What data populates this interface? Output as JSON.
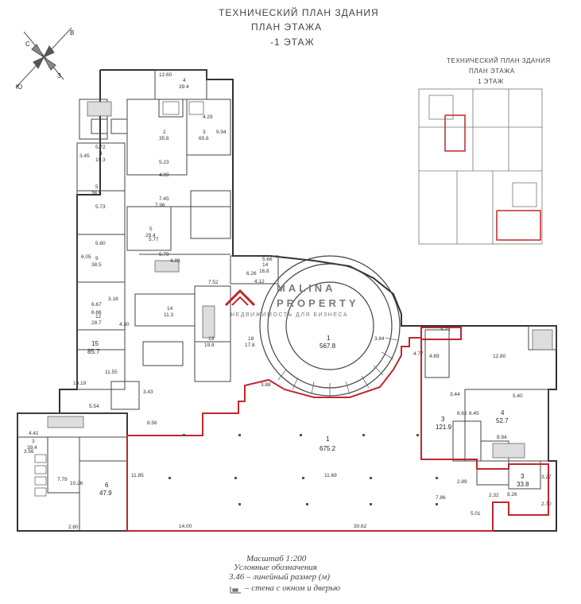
{
  "title": {
    "line1": "ТЕХНИЧЕСКИЙ ПЛАН ЗДАНИЯ",
    "line2": "ПЛАН ЭТАЖА",
    "line3": "-1 ЭТАЖ"
  },
  "inset": {
    "line1": "ТЕХНИЧЕСКИЙ ПЛАН ЗДАНИЯ",
    "line2": "ПЛАН ЭТАЖА",
    "line3": "1 ЭТАЖ"
  },
  "compass": {
    "n": "С",
    "s": "Ю",
    "e": "В",
    "w": "З"
  },
  "watermark": {
    "brand1": "MALINA",
    "brand2": "PROPERTY",
    "tagline": "НЕДВИЖИМОСТЬ ДЛЯ БИЗНЕСА"
  },
  "legend": {
    "scale": "Масштаб 1:200",
    "heading": "Условные обозначения",
    "dimension": "3.46 – линейный размер (м)",
    "wall": "– стена с окном и дверью"
  },
  "rooms": [
    {
      "num": "1",
      "area": "567.8"
    },
    {
      "num": "1",
      "area": "675.2"
    },
    {
      "num": "4",
      "area": "52.7"
    },
    {
      "num": "3",
      "area": "121.9"
    },
    {
      "num": "3",
      "area": "33.8"
    },
    {
      "num": "15",
      "area": "85.7"
    },
    {
      "num": "6",
      "area": "47.9"
    },
    {
      "num": "3",
      "area": "39.4"
    },
    {
      "num": "9",
      "area": "38.5"
    },
    {
      "num": "5",
      "area": "36.5"
    },
    {
      "num": "2",
      "area": "35.6"
    },
    {
      "num": "3",
      "area": "65.6"
    },
    {
      "num": "4",
      "area": "39.4"
    },
    {
      "num": "4",
      "area": "19.3"
    },
    {
      "num": "12",
      "area": "28.7"
    },
    {
      "num": "14",
      "area": "16.8"
    },
    {
      "num": "5",
      "area": "29.4"
    },
    {
      "num": "14",
      "area": "11.3"
    },
    {
      "num": "13",
      "area": "19.8"
    },
    {
      "num": "18",
      "area": "17.8"
    }
  ],
  "dimensions": [
    "12.80",
    "5.40",
    "8.94",
    "6.62",
    "6.45",
    "3.44",
    "14.00",
    "30.62",
    "11.69",
    "11.85",
    "7.86",
    "8.26",
    "5.01",
    "3.84",
    "4.75",
    "4.77",
    "4.69",
    "11.55",
    "13.19",
    "5.54",
    "3.43",
    "3.88",
    "8.56",
    "12.60",
    "5.72",
    "4.29",
    "5.23",
    "4.99",
    "9.94",
    "3.45",
    "5.73",
    "5.60",
    "6.05",
    "6.67",
    "6.66",
    "3.18",
    "4.30",
    "7.45",
    "7.96",
    "5.77",
    "5.79",
    "4.89",
    "6.26",
    "5.66",
    "4.12",
    "7.52",
    "3.56",
    "4.41",
    "10.26",
    "7.79",
    "2.60",
    "3.27",
    "2.70",
    "2.89",
    "2.32"
  ]
}
